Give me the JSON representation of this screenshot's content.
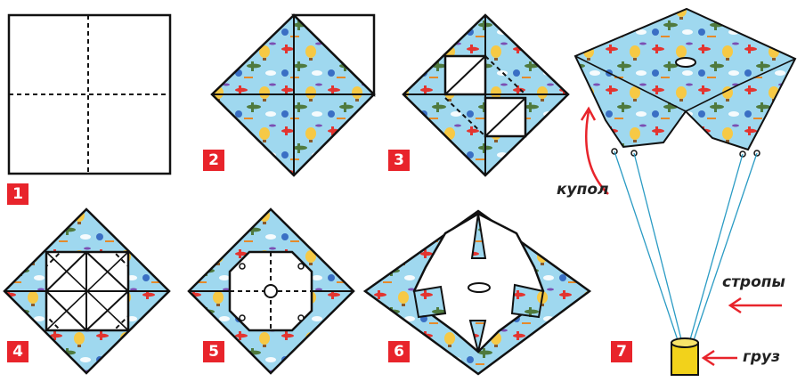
{
  "steps": [
    {
      "number": "1"
    },
    {
      "number": "2"
    },
    {
      "number": "3"
    },
    {
      "number": "4"
    },
    {
      "number": "5"
    },
    {
      "number": "6"
    },
    {
      "number": "7"
    }
  ],
  "labels": {
    "canopy": "купол",
    "lines": "стропы",
    "weight": "груз"
  },
  "colors": {
    "paper_pattern": "#9fd8ef",
    "step_badge": "#e8242b",
    "pointer_arrow": "#e8242b",
    "suspension_lines": "#2a9bc4",
    "weight": "#f2d21b"
  }
}
